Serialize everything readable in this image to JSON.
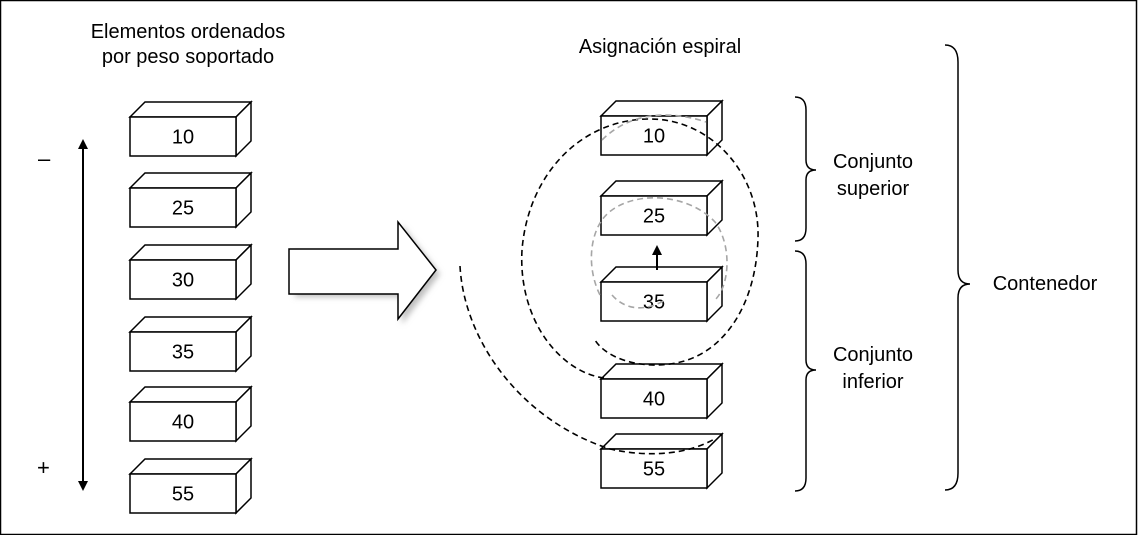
{
  "left_panel": {
    "heading_line1": "Elementos ordenados",
    "heading_line2": "por peso soportado",
    "minus_sign": "–",
    "plus_sign": "+",
    "values": [
      "10",
      "25",
      "30",
      "35",
      "40",
      "55"
    ]
  },
  "right_panel": {
    "heading": "Asignación espiral",
    "values": [
      "10",
      "25",
      "35",
      "40",
      "55"
    ],
    "upper_set_line1": "Conjunto",
    "upper_set_line2": "superior",
    "lower_set_line1": "Conjunto",
    "lower_set_line2": "inferior",
    "container_label": "Contenedor"
  },
  "colors": {
    "stroke": "#000000",
    "box_fill": "#ffffff",
    "arrow_shadow": "#bfbfbf",
    "spiral_faded": "#a6a6a6"
  }
}
